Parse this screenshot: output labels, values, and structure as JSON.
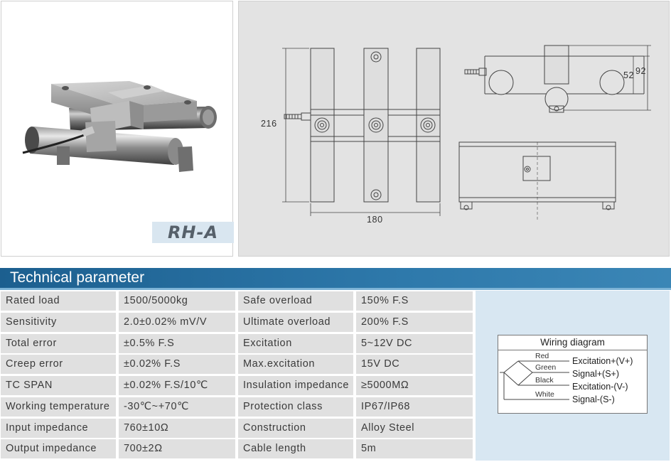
{
  "product": {
    "model": "RH-A"
  },
  "drawing": {
    "dim_width": "180",
    "dim_height": "216",
    "dim_side_outer": "92",
    "dim_side_inner": "52"
  },
  "section": {
    "title": "Technical parameter"
  },
  "params_left": [
    {
      "label": "Rated load",
      "value": "1500/5000kg"
    },
    {
      "label": "Sensitivity",
      "value": "2.0±0.02% mV/V"
    },
    {
      "label": "Total error",
      "value": "±0.5% F.S"
    },
    {
      "label": "Creep error",
      "value": "±0.02% F.S"
    },
    {
      "label": "TC SPAN",
      "value": "±0.02% F.S/10℃"
    },
    {
      "label": "Working temperature",
      "value": "-30℃~+70℃"
    },
    {
      "label": "Input impedance",
      "value": "760±10Ω"
    },
    {
      "label": "Output impedance",
      "value": "700±2Ω"
    }
  ],
  "params_right": [
    {
      "label": "Safe overload",
      "value": "150% F.S"
    },
    {
      "label": "Ultimate overload",
      "value": "200% F.S"
    },
    {
      "label": "Excitation",
      "value": "5~12V DC"
    },
    {
      "label": "Max.excitation",
      "value": "15V DC"
    },
    {
      "label": "Insulation impedance",
      "value": "≥5000MΩ"
    },
    {
      "label": "Protection class",
      "value": "IP67/IP68"
    },
    {
      "label": "Construction",
      "value": "Alloy Steel"
    },
    {
      "label": "Cable length",
      "value": "5m"
    }
  ],
  "wiring": {
    "title": "Wiring diagram",
    "wires": [
      {
        "color": "Red",
        "signal": "Excitation+(V+)"
      },
      {
        "color": "Green",
        "signal": "Signal+(S+)"
      },
      {
        "color": "Black",
        "signal": "Excitation-(V-)"
      },
      {
        "color": "White",
        "signal": "Signal-(S-)"
      }
    ]
  }
}
